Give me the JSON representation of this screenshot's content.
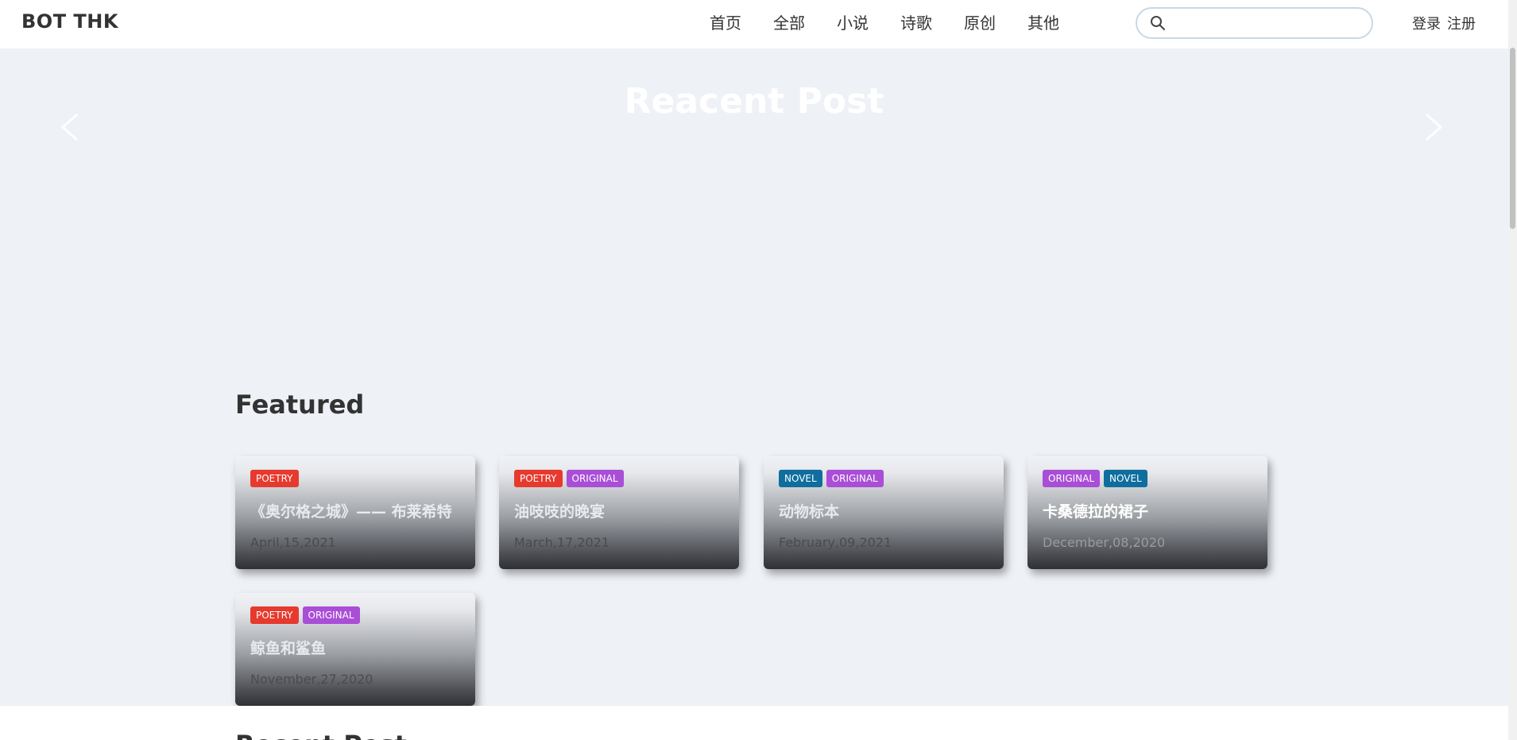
{
  "header": {
    "brand": "BOT THK",
    "nav": [
      "首页",
      "全部",
      "小说",
      "诗歌",
      "原创",
      "其他"
    ],
    "search_placeholder": "",
    "login": "登录",
    "register": "注册"
  },
  "hero": {
    "title": "Reacent Post"
  },
  "featured": {
    "title": "Featured",
    "cards": [
      {
        "tags": [
          {
            "label": "POETRY",
            "type": "poetry"
          }
        ],
        "title": "《奥尔格之城》—— 布莱希特",
        "date": "April,15,2021"
      },
      {
        "tags": [
          {
            "label": "POETRY",
            "type": "poetry"
          },
          {
            "label": "ORIGINAL",
            "type": "original"
          }
        ],
        "title": "油吱吱的晚宴",
        "date": "March,17,2021"
      },
      {
        "tags": [
          {
            "label": "NOVEL",
            "type": "novel"
          },
          {
            "label": "ORIGINAL",
            "type": "original"
          }
        ],
        "title": "动物标本",
        "date": "February,09,2021"
      },
      {
        "tags": [
          {
            "label": "ORIGINAL",
            "type": "original"
          },
          {
            "label": "NOVEL",
            "type": "novel"
          }
        ],
        "title": "卡桑德拉的裙子",
        "date": "December,08,2020"
      },
      {
        "tags": [
          {
            "label": "POETRY",
            "type": "poetry"
          },
          {
            "label": "ORIGINAL",
            "type": "original"
          }
        ],
        "title": "鲸鱼和鲨鱼",
        "date": "November,27,2020"
      }
    ]
  },
  "recent": {
    "title": "Recent Post"
  },
  "colors": {
    "poetry": "#e63a2e",
    "original": "#a94ed6",
    "novel": "#0f6e9e",
    "page_bg": "#eef1f5"
  }
}
